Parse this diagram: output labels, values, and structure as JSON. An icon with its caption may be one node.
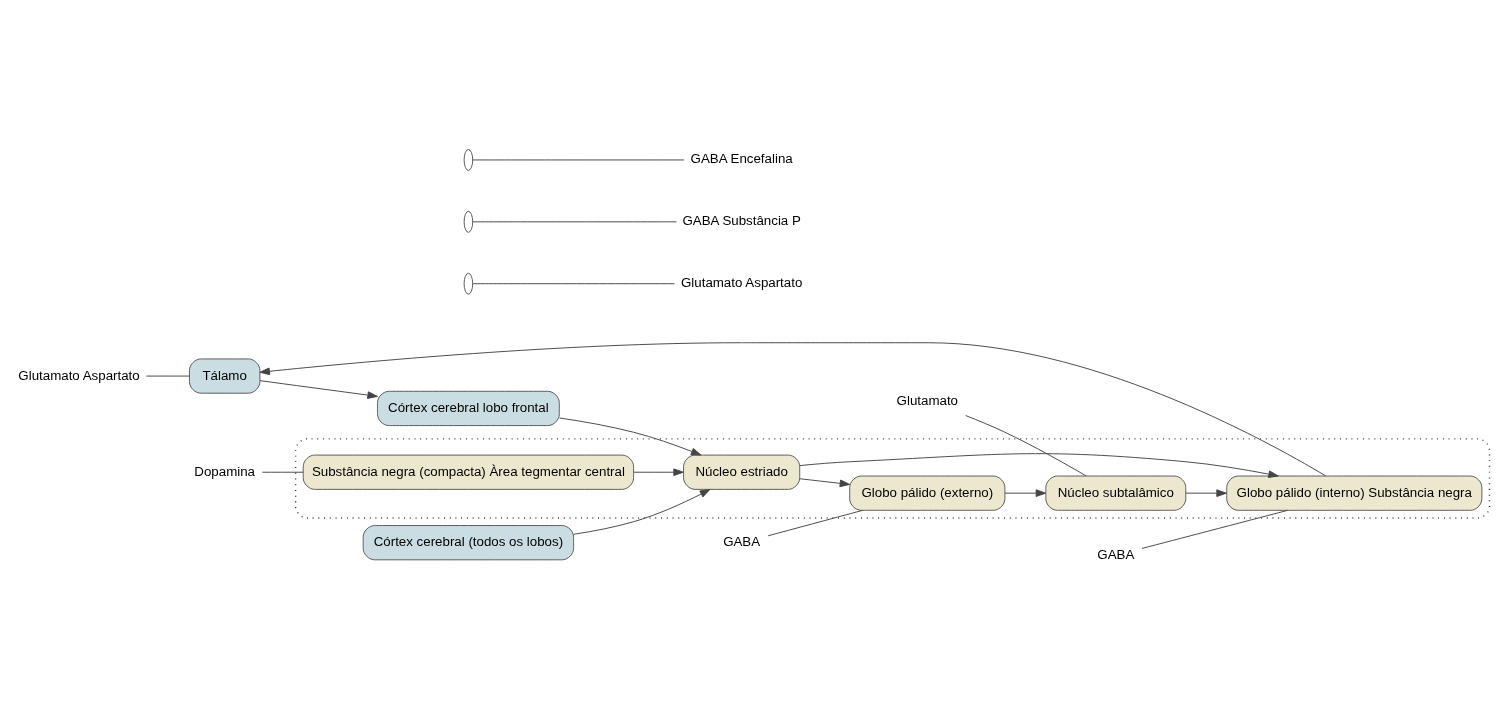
{
  "diagram": {
    "nodes": [
      {
        "text": [],
        "shape": "box"
      },
      {
        "text": [
          "Córtex cerebral (todos os lobos)"
        ]
      },
      {
        "text": [
          "Córtex cerebral lobo frontal"
        ]
      },
      {
        "text": [
          "Substância negra (compacta) Àrea tegmentar central"
        ],
        "in": 0
      },
      {
        "text": [
          "Núcleo estriado"
        ],
        "in": 0
      },
      {
        "text": [
          "Globo pálido (interno) Substância negra"
        ],
        "in": 0
      },
      {
        "text": [
          "Globo pálido (externo)"
        ],
        "in": 0
      },
      {
        "text": [
          "Núcleo subtalâmico"
        ],
        "in": 0
      },
      {
        "text": [
          "Tálamo"
        ]
      },
      {
        "text": [
          "Dopamina"
        ]
      },
      {
        "text": [
          "Glutamato Aspartato"
        ]
      },
      {
        "text": [
          "GABA Substância P"
        ]
      },
      {
        "text": [
          "GABA"
        ]
      },
      {
        "text": [
          "Glutamato Aspartato"
        ]
      },
      {
        "text": [
          "GABA Encefalina"
        ]
      },
      {
        "text": [
          "GABA"
        ]
      },
      {
        "text": [
          "Glutamato"
        ]
      }
    ],
    "edges": [
      {
        "from": 1,
        "to": 4,
        "arrow": "to"
      },
      {
        "from": 2,
        "to": 4,
        "arrow": "to"
      },
      {
        "from": 3,
        "to": 4,
        "arrow": "to"
      },
      {
        "from": 4,
        "to": 5,
        "arrow": "to"
      },
      {
        "from": 4,
        "to": 6,
        "arrow": "to"
      },
      {
        "from": 6,
        "to": 7,
        "arrow": "to"
      },
      {
        "from": 7,
        "to": 5,
        "arrow": "to"
      },
      {
        "from": 5,
        "to": 8,
        "arrow": "to"
      },
      {
        "from": 8,
        "to": 2,
        "arrow": "to"
      },
      {
        "from": 9,
        "to": 3,
        "arrow": "none"
      },
      {
        "from": 10,
        "to": null,
        "arrow": "none"
      },
      {
        "from": 11,
        "to": null,
        "arrow": "none"
      },
      {
        "from": 12,
        "to": 5,
        "arrow": "none"
      },
      {
        "from": 13,
        "to": 8,
        "arrow": "none"
      },
      {
        "from": 14,
        "to": null,
        "arrow": "none"
      },
      {
        "from": 15,
        "to": 6,
        "arrow": "none"
      },
      {
        "from": 16,
        "to": 7,
        "arrow": "none"
      }
    ]
  }
}
